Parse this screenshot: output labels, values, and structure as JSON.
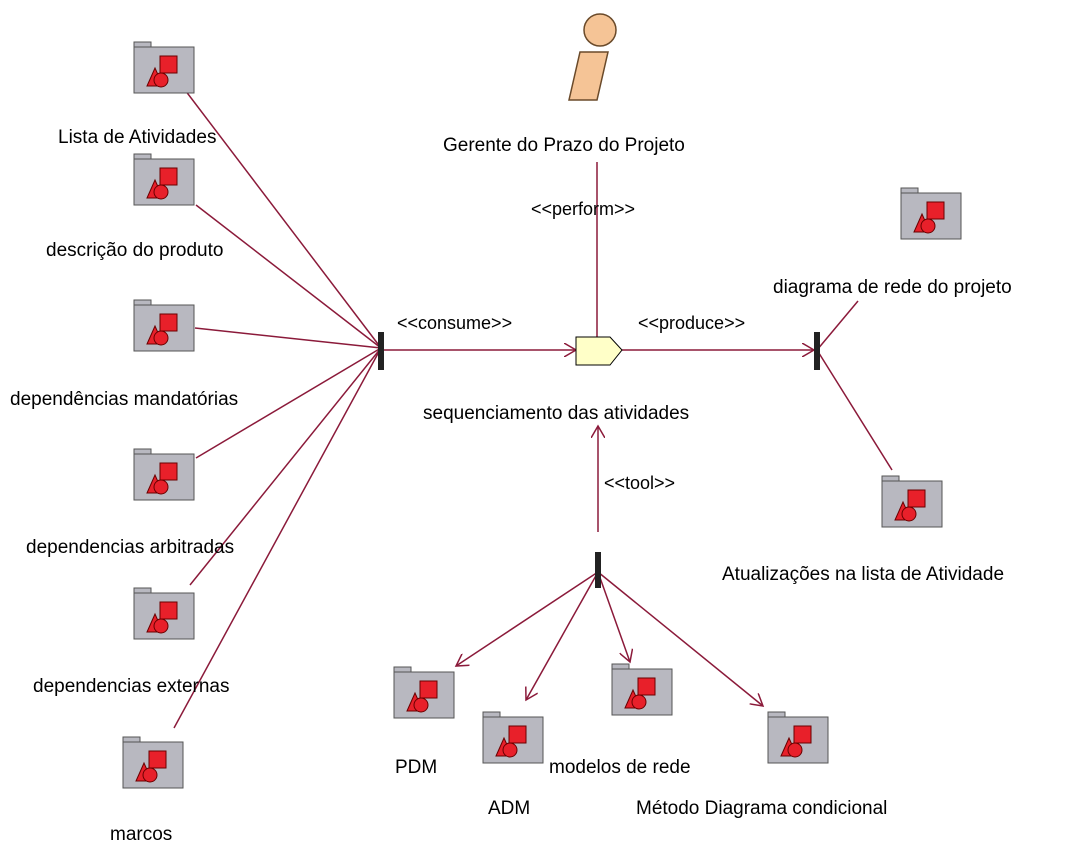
{
  "diagram": {
    "actor": {
      "name": "Gerente do Prazo do Projeto",
      "icon": "worker-icon"
    },
    "activity": {
      "name": "sequenciamento das atividades",
      "icon": "activity-icon"
    },
    "stereotypes": {
      "perform": "<<perform>>",
      "consume": "<<consume>>",
      "produce": "<<produce>>",
      "tool": "<<tool>>"
    },
    "inputs": [
      {
        "name": "Lista de Atividades"
      },
      {
        "name": "descrição do produto"
      },
      {
        "name": "dependências mandatórias"
      },
      {
        "name": "dependencias arbitradas"
      },
      {
        "name": "dependencias externas"
      },
      {
        "name": "marcos"
      }
    ],
    "outputs": [
      {
        "name": "diagrama de rede do projeto"
      },
      {
        "name": "Atualizações na lista de Atividade"
      }
    ],
    "tools": [
      {
        "name": "PDM"
      },
      {
        "name": "ADM"
      },
      {
        "name": "modelos de rede"
      },
      {
        "name": "Método Diagrama condicional"
      }
    ],
    "colors": {
      "connector": "#8b1a3a",
      "package_fill": "#b8b8c0",
      "package_symbol": "#e8202a",
      "actor_fill": "#f5c496",
      "activity_fill": "#ffffc8"
    }
  }
}
